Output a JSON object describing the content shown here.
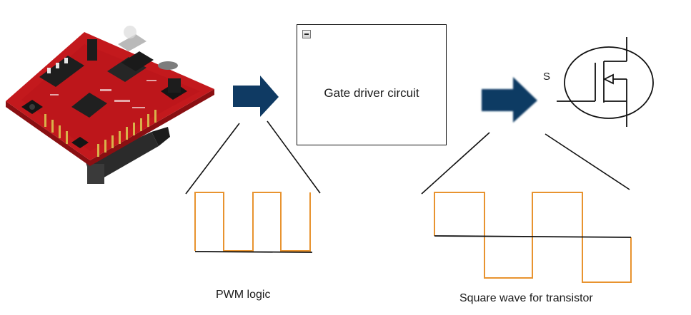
{
  "gate_driver": {
    "label": "Gate driver circuit"
  },
  "pwm": {
    "label": "PWM logic"
  },
  "square": {
    "label": "Square wave for transistor"
  },
  "transistor": {
    "partial_label": "S"
  },
  "colors": {
    "arrow": "#0f3a63",
    "waveform": "#e8932f",
    "pcb": "#c0181c",
    "line": "#111111"
  },
  "icons": {
    "board": "microcontroller-board-icon",
    "transistor": "mosfet-symbol-icon",
    "collapse": "collapse-minus-icon"
  }
}
